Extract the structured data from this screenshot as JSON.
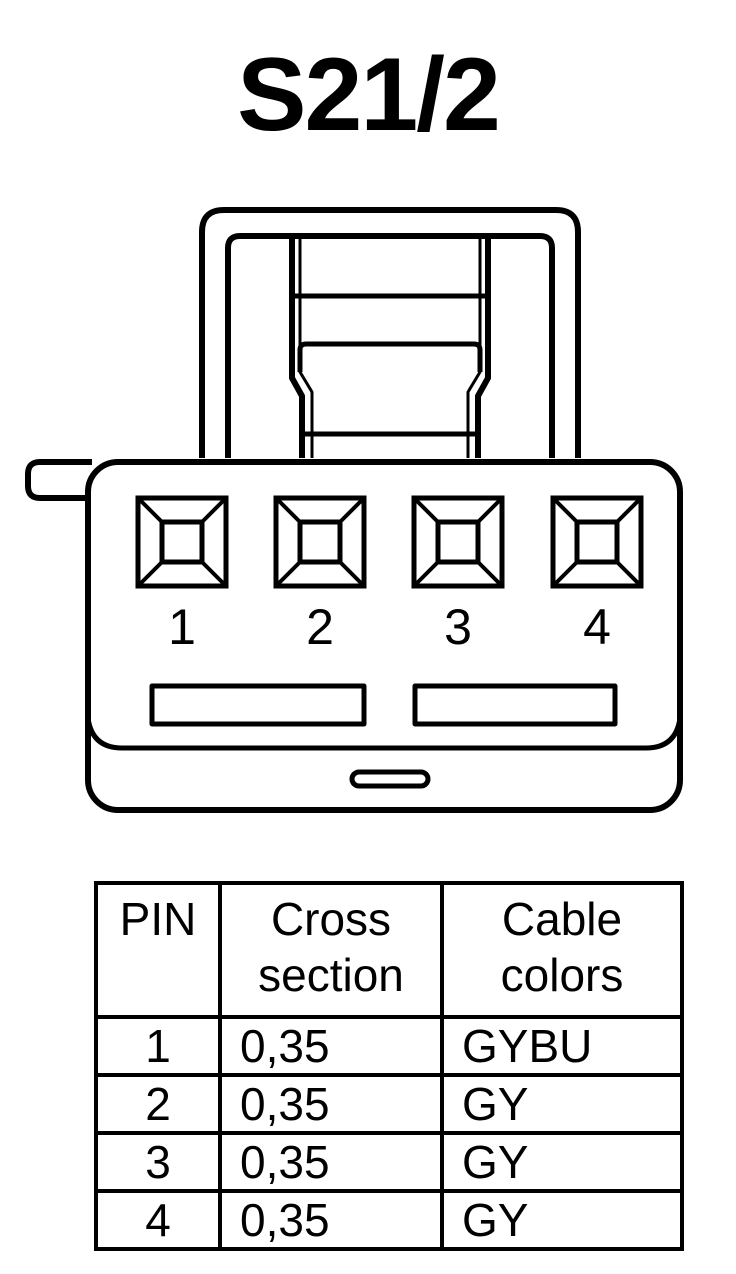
{
  "title": "S21/2",
  "connector": {
    "pins": [
      "1",
      "2",
      "3",
      "4"
    ]
  },
  "table": {
    "headers": {
      "pin": "PIN",
      "cross_section_line1": "Cross",
      "cross_section_line2": "section",
      "cable_colors_line1": "Cable",
      "cable_colors_line2": "colors"
    },
    "rows": [
      {
        "pin": "1",
        "cross_section": "0,35",
        "color": "GYBU"
      },
      {
        "pin": "2",
        "cross_section": "0,35",
        "color": "GY"
      },
      {
        "pin": "3",
        "cross_section": "0,35",
        "color": "GY"
      },
      {
        "pin": "4",
        "cross_section": "0,35",
        "color": "GY"
      }
    ]
  }
}
